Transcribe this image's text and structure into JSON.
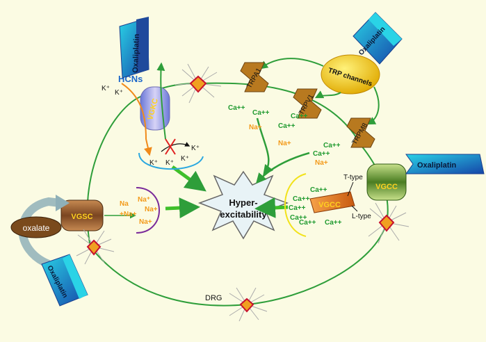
{
  "colors": {
    "background": "#fbfbe3",
    "cell_outline": "#2e9e3a",
    "calcium_text": "#1f9a2f",
    "sodium_text": "#f39a1a",
    "potassium_text": "#111111",
    "hcn_text": "#1a66c9",
    "drug_blue": "#1f5fb0",
    "trp_yellow": "#f2c200",
    "channel_brown": "#8b5a2b"
  },
  "drugs": {
    "oxaliplatin_top": "Oxaliplatin",
    "oxaliplatin_right": "Oxaliplatin",
    "oxaliplatin_vgcc": "Oxaliplatin",
    "oxaliplatin_bottom": "Oxaliplatin",
    "oxalate": "oxalate"
  },
  "channels": {
    "trp_hub": "TRP channels",
    "trpa1": "TRPA1",
    "trpv1": "TRPV1",
    "trpm8": "TRPM8",
    "vgkc": "VGKC",
    "hcns": "HCNs",
    "vgsc": "VGSC",
    "vgcc_outer": "VGCC",
    "vgcc_inner": "VGCC",
    "t_type": "T-type",
    "l_type": "L-type"
  },
  "center": {
    "line1": "Hyper-",
    "line2": "excitability"
  },
  "labels": {
    "drg": "DRG"
  },
  "ions": {
    "k_upper1": "K⁺",
    "k_upper2": "K⁺",
    "k_arc1": "K⁺",
    "k_arc2": "K⁺",
    "k_arc3": "K⁺",
    "k_arc4": "K⁺",
    "ca_trpa1_1": "Ca++",
    "ca_trpa1_2": "Ca++",
    "ca_trpv1_1": "Ca++",
    "ca_trpv1_2": "Ca++",
    "na_trpv1": "Na+",
    "ca_trpm8_1": "Ca++",
    "ca_trpm8_2": "Ca++",
    "na_trpm8_1": "Na+",
    "na_trpm8_2": "Na+",
    "ca_vgcc_1": "Ca++",
    "ca_vgcc_2": "Ca++",
    "ca_vgcc_3": "Ca++",
    "ca_vgcc_4": "Ca++",
    "ca_vgcc_5": "Ca++",
    "ca_vgcc_6": "Ca++",
    "na_vgsc_1": "Na",
    "na_vgsc_2": "+Na+",
    "na_vgsc_3": "Na⁺",
    "na_vgsc_4": "Na+",
    "na_vgsc_5": "Na+"
  }
}
